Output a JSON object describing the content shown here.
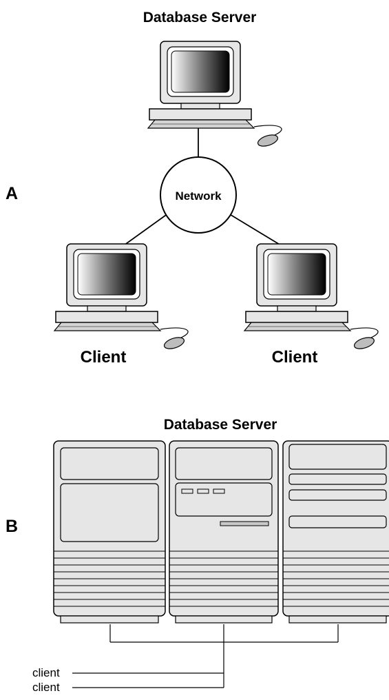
{
  "diagram": {
    "section_a": {
      "letter": "A",
      "server_title": "Database Server",
      "network_label": "Network",
      "clients": [
        "Client",
        "Client"
      ]
    },
    "section_b": {
      "letter": "B",
      "server_title": "Database Server",
      "client_lines": [
        "client",
        "client"
      ]
    }
  }
}
